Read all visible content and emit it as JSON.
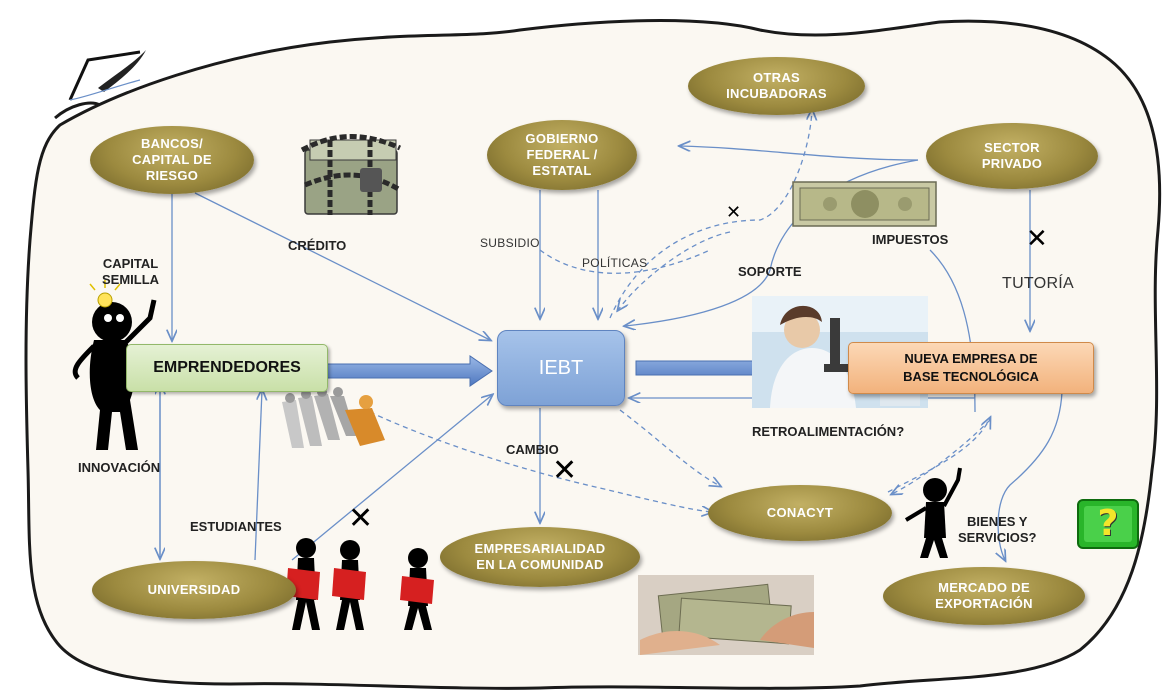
{
  "nodes": {
    "otras_incubadoras": "OTRAS\nINCUBADORAS",
    "bancos": "BANCOS/\nCAPITAL DE\nRIESGO",
    "gobierno": "GOBIERNO\nFEDERAL /\nESTATAL",
    "sector_privado": "SECTOR\nPRIVADO",
    "emprendedores": "EMPRENDEDORES",
    "iebt": "IEBT",
    "nueva_empresa": "NUEVA EMPRESA DE\nBASE TECNOLÓGICA",
    "conacyt": "CONACYT",
    "empresarialidad": "EMPRESARIALIDAD\nEN LA COMUNIDAD",
    "universidad": "UNIVERSIDAD",
    "mercado": "MERCADO DE\nEXPORTACIÓN"
  },
  "labels": {
    "credito": "CRÉDITO",
    "capital_semilla": "CAPITAL\nSEMILLA",
    "subsidio": "SUBSIDIO",
    "politicas": "POLÍTICAS",
    "soporte": "SOPORTE",
    "impuestos": "IMPUESTOS",
    "tutoria": "TUTORÍA",
    "retroalimentacion": "RETROALIMENTACIÓN?",
    "cambio": "CAMBIO",
    "innovacion": "INNOVACIÓN",
    "estudiantes": "ESTUDIANTES",
    "bienes": "BIENES Y\nSERVICIOS?"
  },
  "marks": {
    "x_symbol": "✕",
    "question": "?"
  },
  "colors": {
    "oval": "#9c8a3f",
    "arrow": "#6a8fc8",
    "iebt": "#8fb0dc",
    "emprendedores": "#d8ebbf",
    "nueva_empresa": "#f7c59a"
  }
}
